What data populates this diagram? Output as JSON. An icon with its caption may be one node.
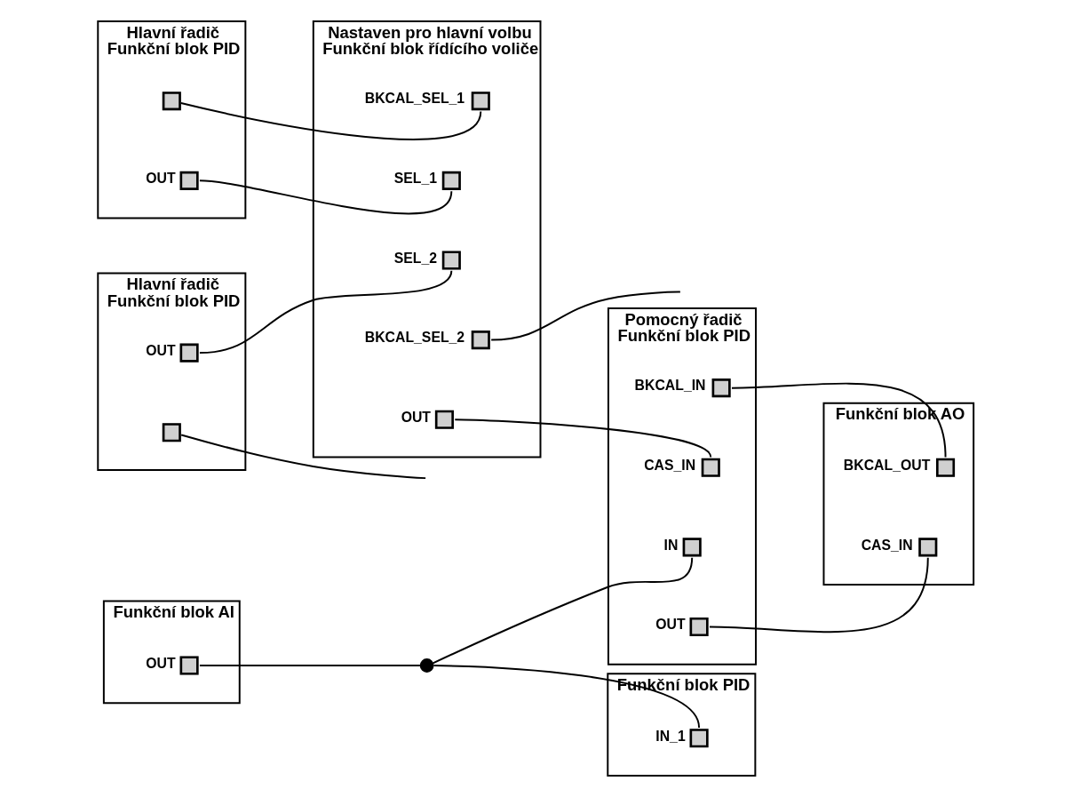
{
  "diagram": {
    "nodes": [
      {
        "text": [
          "Pomocný řadič",
          "Funkční blok PID"
        ]
      },
      {
        "text": [],
        "shape": "box",
        "in": 0,
        "beside": [
          "BKCAL_IN"
        ]
      },
      {
        "text": [],
        "shape": "box",
        "in": 0,
        "beside": [
          "CAS_IN"
        ]
      },
      {
        "text": [],
        "shape": "box",
        "in": 0,
        "beside": [
          "IN"
        ]
      },
      {
        "text": [],
        "shape": "box",
        "in": 0,
        "beside": [
          "OUT"
        ]
      },
      {
        "text": [
          "Hlavní řadič",
          "Funkční blok PID"
        ]
      },
      {
        "text": [],
        "shape": "box",
        "in": 5
      },
      {
        "text": [],
        "shape": "box",
        "in": 5,
        "beside": [
          "OUT"
        ]
      },
      {
        "text": [
          "Funkční blok AO"
        ]
      },
      {
        "text": [],
        "shape": "box",
        "in": 8,
        "beside": [
          "CAS_IN"
        ]
      },
      {
        "text": [],
        "shape": "box",
        "in": 8,
        "beside": [
          "BKCAL_OUT"
        ]
      },
      {
        "text": [
          "Nastaven pro hlavní volbu",
          "Funkční blok řídícího voliče"
        ]
      },
      {
        "text": [],
        "shape": "box",
        "in": 11,
        "beside": [
          "SEL_1"
        ]
      },
      {
        "text": [],
        "shape": "box",
        "in": 11,
        "beside": [
          "SEL_2"
        ]
      },
      {
        "text": [],
        "shape": "box",
        "in": 11,
        "beside": [
          "BKCAL_SEL_1"
        ]
      },
      {
        "text": [],
        "shape": "box",
        "in": 11,
        "beside": [
          "OUT"
        ]
      },
      {
        "text": [],
        "shape": "box",
        "in": 11,
        "beside": [
          "BKCAL_SEL_2"
        ]
      },
      {
        "text": [],
        "shape": "circle"
      },
      {
        "text": [
          "Funkční blok PID"
        ]
      },
      {
        "text": [],
        "shape": "box",
        "in": 18,
        "beside": [
          "IN_1"
        ]
      },
      {
        "text": [
          "Hlavní řadič",
          "Funkční blok PID"
        ]
      },
      {
        "text": [],
        "shape": "box",
        "in": 20
      },
      {
        "text": [],
        "shape": "box",
        "in": 20,
        "beside": [
          "OUT"
        ]
      },
      {
        "text": [
          "Funkční blok AI"
        ]
      },
      {
        "text": [],
        "shape": "box",
        "in": 23,
        "beside": [
          "OUT"
        ]
      }
    ],
    "edges": [
      {
        "from": 1,
        "to": 10,
        "arrow": "none"
      },
      {
        "from": 4,
        "to": 9,
        "arrow": "none"
      },
      {
        "from": 15,
        "to": 2,
        "arrow": "none"
      },
      {
        "from": 17,
        "to": 3,
        "arrow": "none"
      },
      {
        "from": 24,
        "to": 17,
        "arrow": "none"
      },
      {
        "from": 17,
        "to": 19,
        "arrow": "none"
      },
      {
        "from": 14,
        "to": 6,
        "arrow": "none"
      },
      {
        "from": 7,
        "to": 12,
        "arrow": "none"
      },
      {
        "from": 22,
        "to": 13,
        "arrow": "none"
      },
      {
        "from": 16,
        "to": null,
        "arrow": "none"
      },
      {
        "from": 21,
        "to": null,
        "arrow": "none"
      }
    ]
  }
}
